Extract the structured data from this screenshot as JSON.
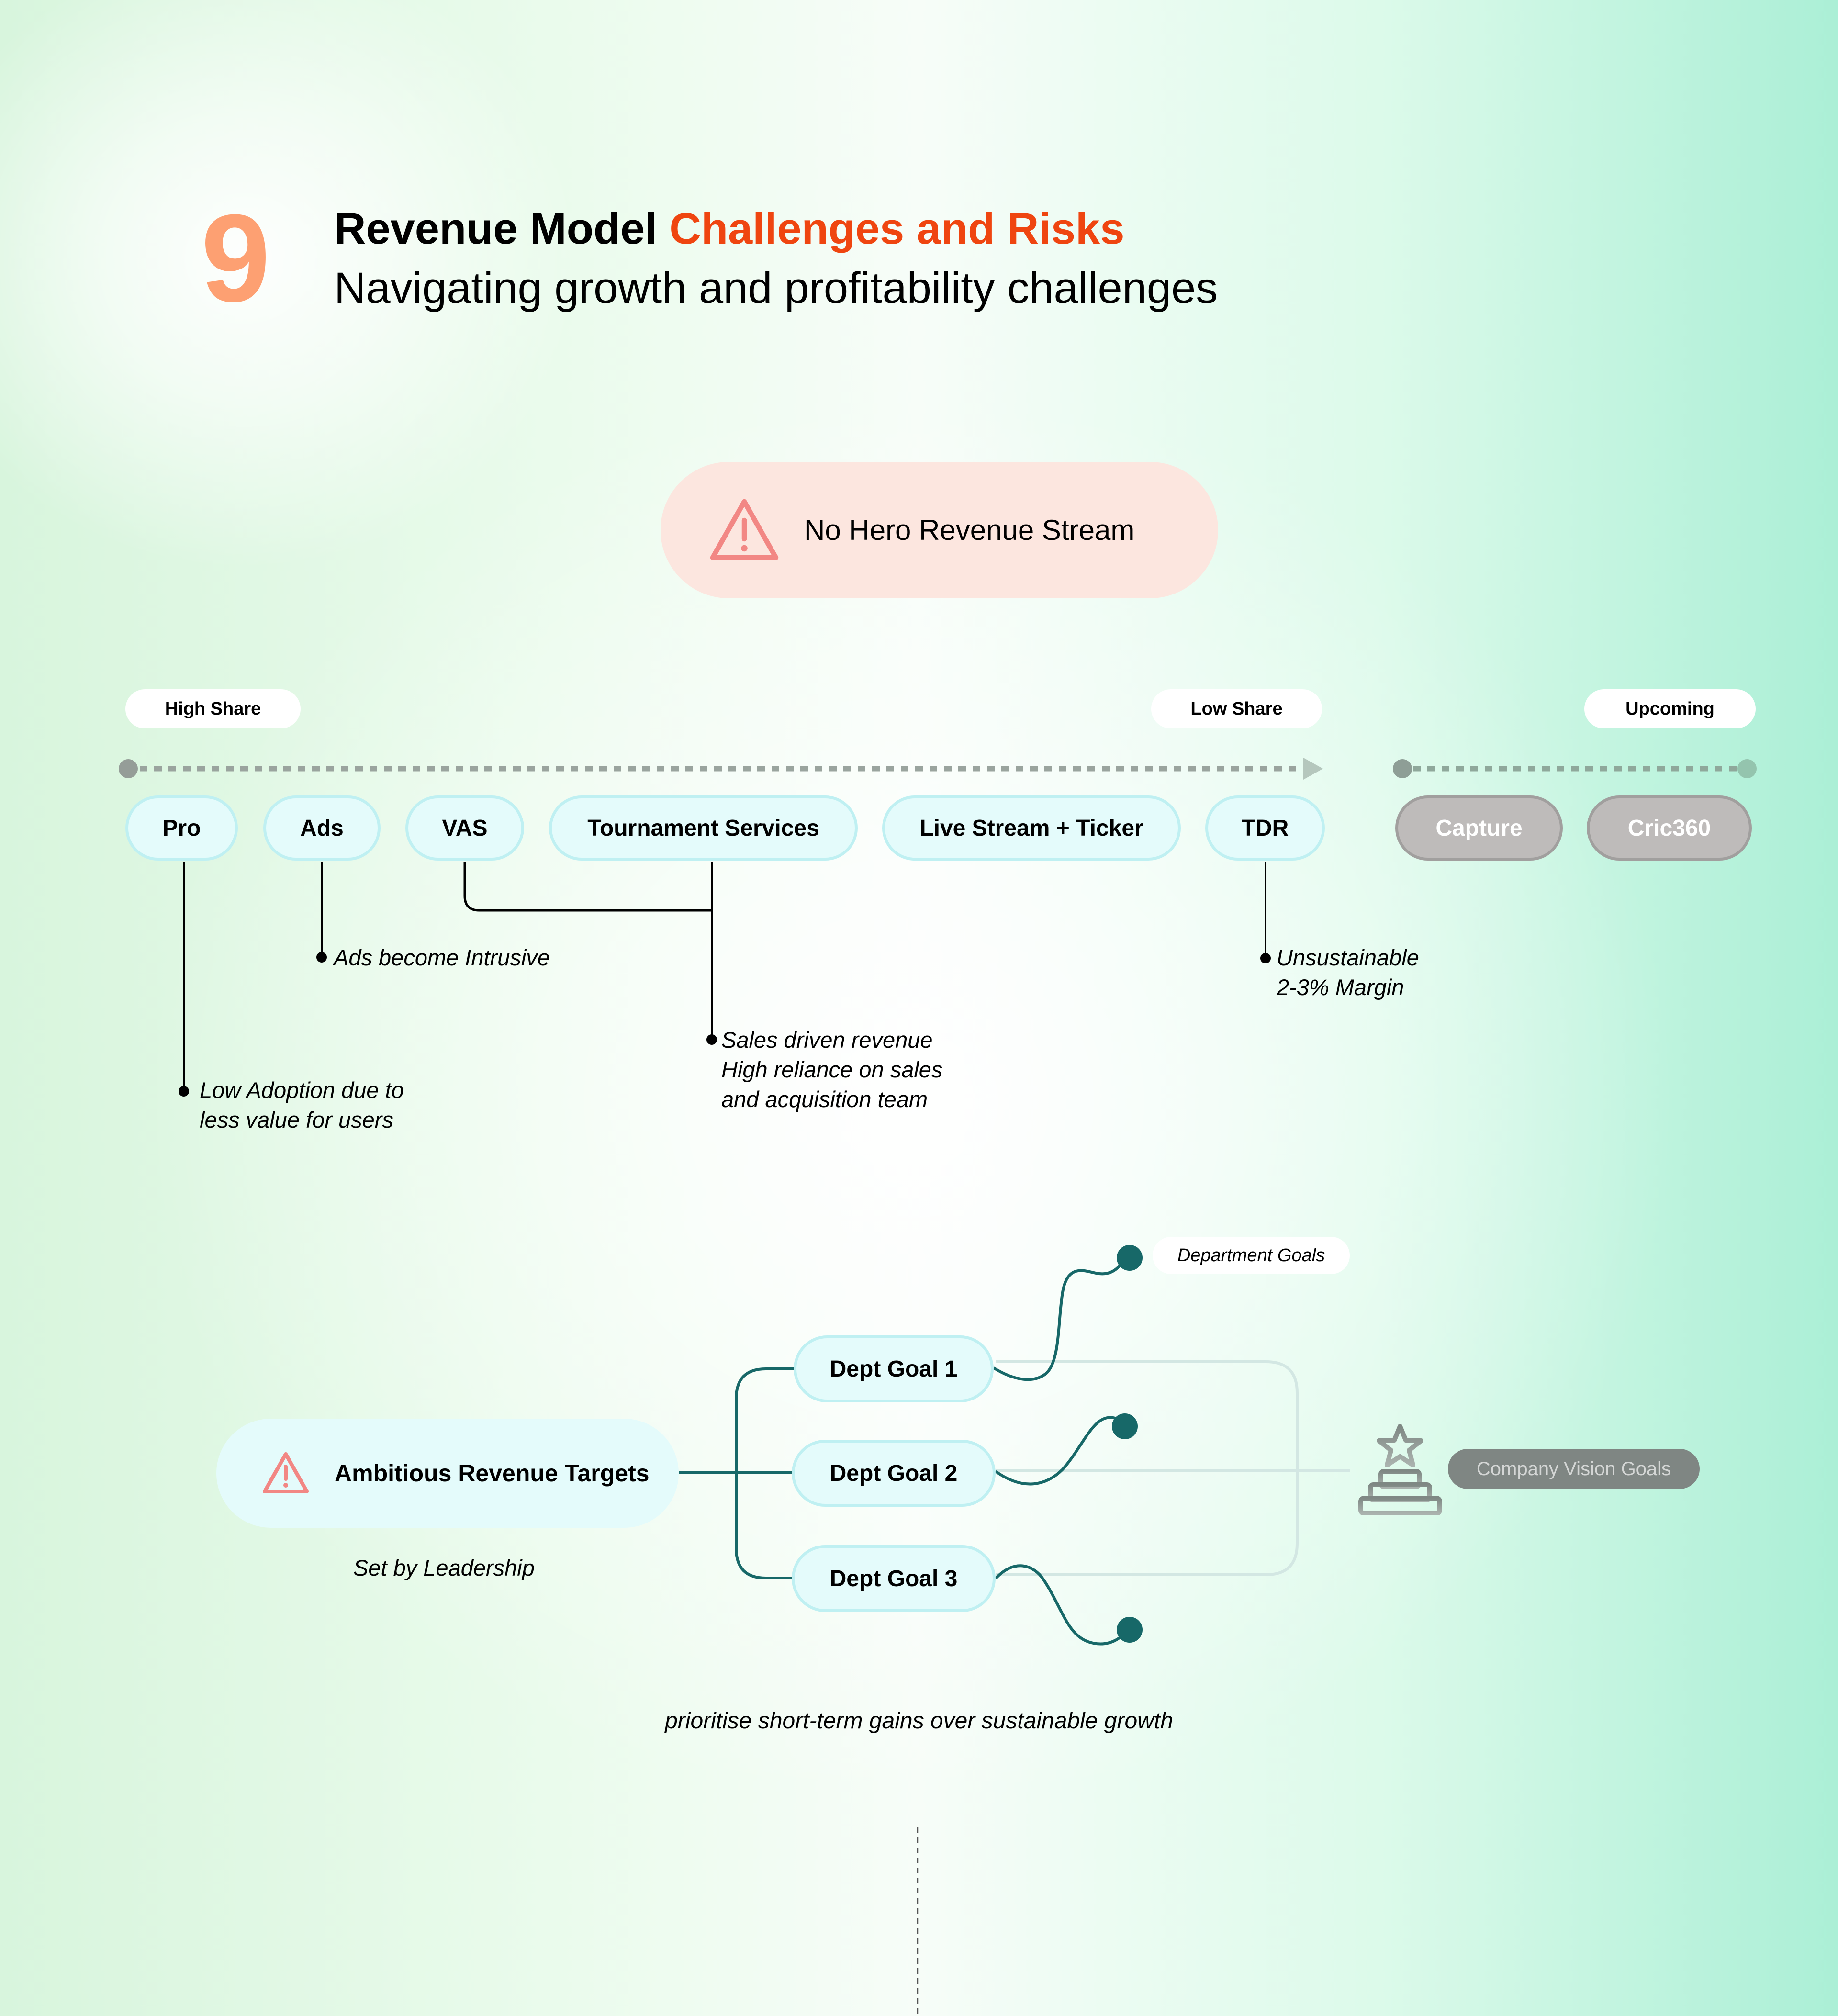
{
  "header": {
    "number": "9",
    "title_main": "Revenue Model ",
    "title_accent": "Challenges and Risks",
    "subtitle": "Navigating growth and profitability challenges"
  },
  "colors": {
    "accent_orange": "#ef4510",
    "number_peach": "#fda072",
    "warning_red": "#f28784",
    "teal": "#176868",
    "pill_fill": "#e4fbfb",
    "pill_border": "#bff0f2",
    "upcoming_fill": "#bebbba",
    "vision_fill": "#7f8683"
  },
  "hero": {
    "icon": "warning-triangle-icon",
    "label": "No Hero Revenue Stream"
  },
  "timeline": {
    "tags": [
      {
        "label": "High Share"
      },
      {
        "label": "Low Share"
      },
      {
        "label": "Upcoming"
      }
    ],
    "streams": [
      {
        "label": "Pro",
        "status": "current"
      },
      {
        "label": "Ads",
        "status": "current"
      },
      {
        "label": "VAS",
        "status": "current"
      },
      {
        "label": "Tournament Services",
        "status": "current"
      },
      {
        "label": "Live Stream + Ticker",
        "status": "current"
      },
      {
        "label": "TDR",
        "status": "current"
      },
      {
        "label": "Capture",
        "status": "upcoming"
      },
      {
        "label": "Cric360",
        "status": "upcoming"
      }
    ],
    "notes": [
      {
        "target": "Pro",
        "lines": [
          "Low Adoption due to",
          "less value for users"
        ]
      },
      {
        "target": "Ads",
        "lines": [
          "Ads become Intrusive"
        ]
      },
      {
        "target": "VAS + Tournament Services",
        "lines": [
          "Sales driven revenue",
          "High reliance on sales",
          "and acquisition team"
        ]
      },
      {
        "target": "TDR",
        "lines": [
          "Unsustainable",
          "2-3% Margin"
        ]
      }
    ]
  },
  "targets": {
    "icon": "warning-triangle-icon",
    "label": "Ambitious Revenue Targets",
    "caption": "Set by Leadership",
    "goals": [
      {
        "label": "Dept Goal 1"
      },
      {
        "label": "Dept Goal 2"
      },
      {
        "label": "Dept Goal 3"
      }
    ],
    "department_goals_label": "Department Goals",
    "vision_icon": "trophy-star-podium-icon",
    "vision_label": "Company Vision Goals",
    "footer": "prioritise short-term gains over sustainable growth"
  }
}
